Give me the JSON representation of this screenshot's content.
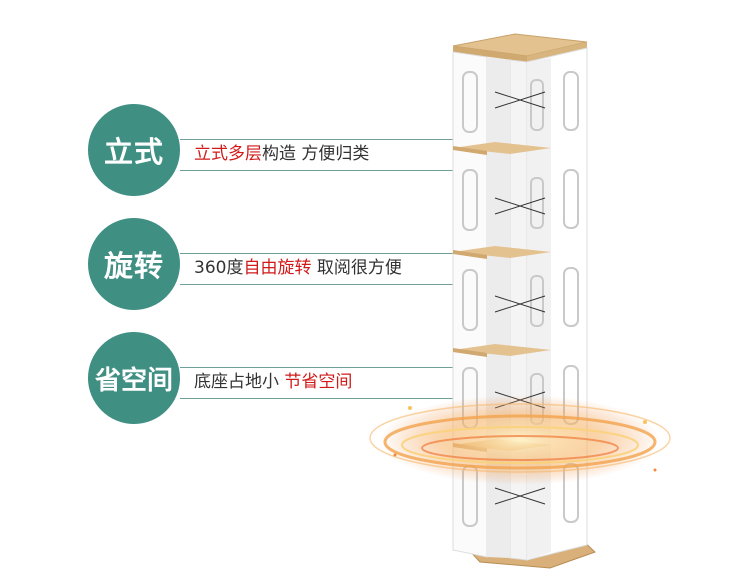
{
  "features": [
    {
      "title": "立式",
      "parts": [
        {
          "text": "立式多层",
          "hl": true
        },
        {
          "text": "构造 方便归类",
          "hl": false
        }
      ]
    },
    {
      "title": "旋转",
      "parts": [
        {
          "text": "360度",
          "hl": false
        },
        {
          "text": "自由旋转",
          "hl": true
        },
        {
          "text": " 取阅很方便",
          "hl": false
        }
      ]
    },
    {
      "title": "省空间",
      "parts": [
        {
          "text": "底座占地小 ",
          "hl": false
        },
        {
          "text": "节省空间",
          "hl": true
        }
      ]
    }
  ],
  "colors": {
    "circle": "#3f8f83",
    "line": "#6f9f99",
    "highlight": "#d01a1a",
    "text": "#333333",
    "wood": "#e3c28f",
    "board": "#ffffff"
  }
}
